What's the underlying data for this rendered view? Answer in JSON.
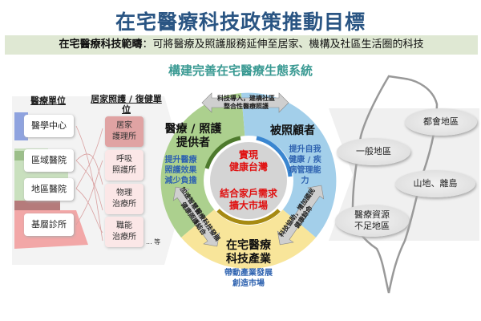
{
  "title": "在宅醫療科技政策推動目標",
  "scope": {
    "label": "在宅醫療科技範疇",
    "separator": "：",
    "text": "可將醫療及照護服務延伸至居家、機構及社區生活圈的科技"
  },
  "subtitle": "構建完善在宅醫療生態系統",
  "left_panel": {
    "medical_header": "醫療單位",
    "care_header": "居家照護 / 復健單位",
    "medical_units": [
      "醫學中心",
      "區域醫院",
      "地區醫院",
      "基層診所"
    ],
    "care_units": [
      "居家\n護理所",
      "呼吸\n照護所",
      "物理\n治療所",
      "職能\n治療所"
    ],
    "etc": "... 等"
  },
  "cycle": {
    "providers": {
      "title": "醫療 / 照護\n提供者",
      "desc": "提升醫療\n照護效果\n減少負擔"
    },
    "recipients": {
      "title": "被照顧者",
      "desc": "提升自我\n健康 / 疾\n病管理能\n力"
    },
    "industry": {
      "title": "在宅醫療\n科技產業",
      "desc": "帶動產業發展\n創造市場"
    },
    "center_top": "實現\n健康台灣",
    "center_bottom": "結合家戶需求\n擴大市場",
    "arrow_top": "科技導入，建構社區\n整合性醫療照護",
    "arrow_left": "加速智慧醫療科技發展\n健康照護結合",
    "arrow_right": "科技協助，增加國民\n健康餘命"
  },
  "regions": [
    "都會地區",
    "一般地區",
    "山地、離島",
    "醫療資源\n不足地區"
  ],
  "colors": {
    "title": "#2a5583",
    "green": "#acd08e",
    "blue": "#a3cfea",
    "yellow": "#f8e59a",
    "red": "#e01010"
  }
}
